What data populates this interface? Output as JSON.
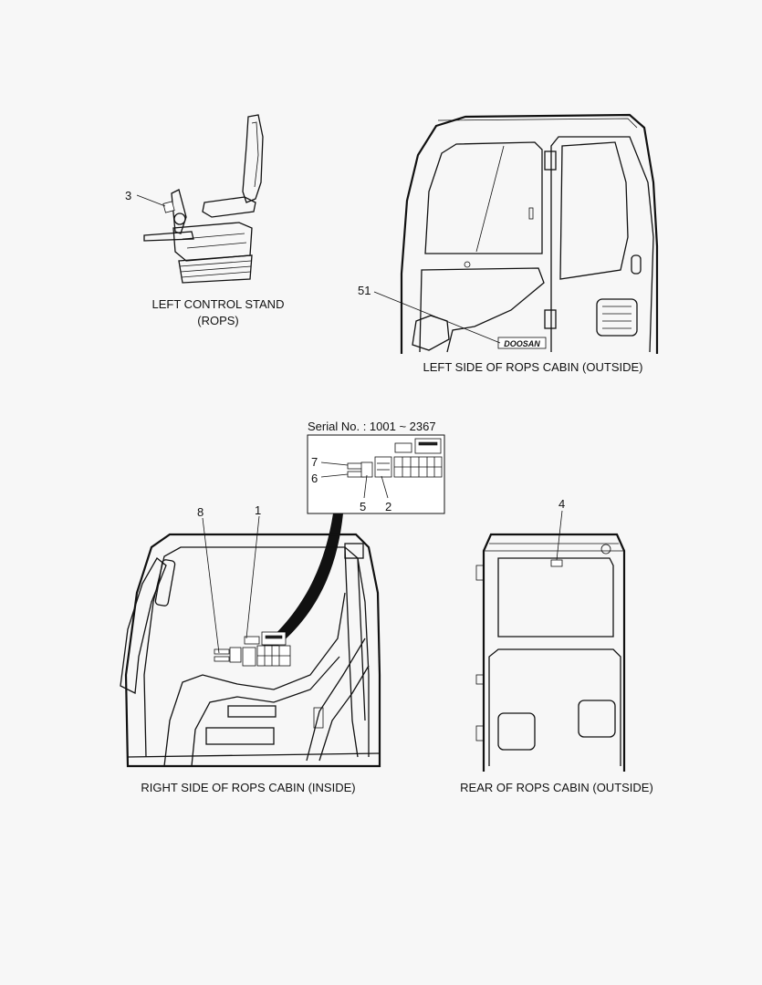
{
  "views": {
    "left_control_stand": {
      "caption_line1": "LEFT CONTROL STAND",
      "caption_line2": "(ROPS)"
    },
    "left_side_cabin": {
      "caption": "LEFT SIDE OF ROPS CABIN (OUTSIDE)",
      "brand_decal": "DOOSAN"
    },
    "right_side_cabin": {
      "caption": "RIGHT SIDE OF ROPS CABIN (INSIDE)"
    },
    "rear_cabin": {
      "caption": "REAR OF ROPS CABIN (OUTSIDE)"
    }
  },
  "detail_box": {
    "serial_label": "Serial No. : 1001 ~ 2367"
  },
  "callouts": {
    "c1": "1",
    "c2": "2",
    "c3": "3",
    "c4": "4",
    "c5": "5",
    "c6": "6",
    "c7": "7",
    "c8": "8",
    "c51": "51"
  },
  "colors": {
    "line": "#111111",
    "background": "#f7f7f7"
  }
}
